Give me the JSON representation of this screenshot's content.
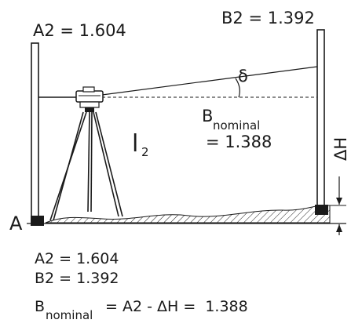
{
  "diagram": {
    "staff_a": {
      "label": "A2 = 1.604"
    },
    "staff_b": {
      "label": "B2 = 1.392"
    },
    "angle_symbol": "δ",
    "distance": {
      "symbol": "l",
      "subscript": "2"
    },
    "b_nominal": {
      "base": "B",
      "subscript": "nominal",
      "value_text": "= 1.388"
    },
    "delta_h": "ΔH",
    "point_a": "A"
  },
  "formulas": {
    "line1": "A2 = 1.604",
    "line2": "B2 = 1.392",
    "line3_base": "B",
    "line3_subscript": "nominal",
    "line3_rest": " = A2 - ΔH =  1.388"
  }
}
